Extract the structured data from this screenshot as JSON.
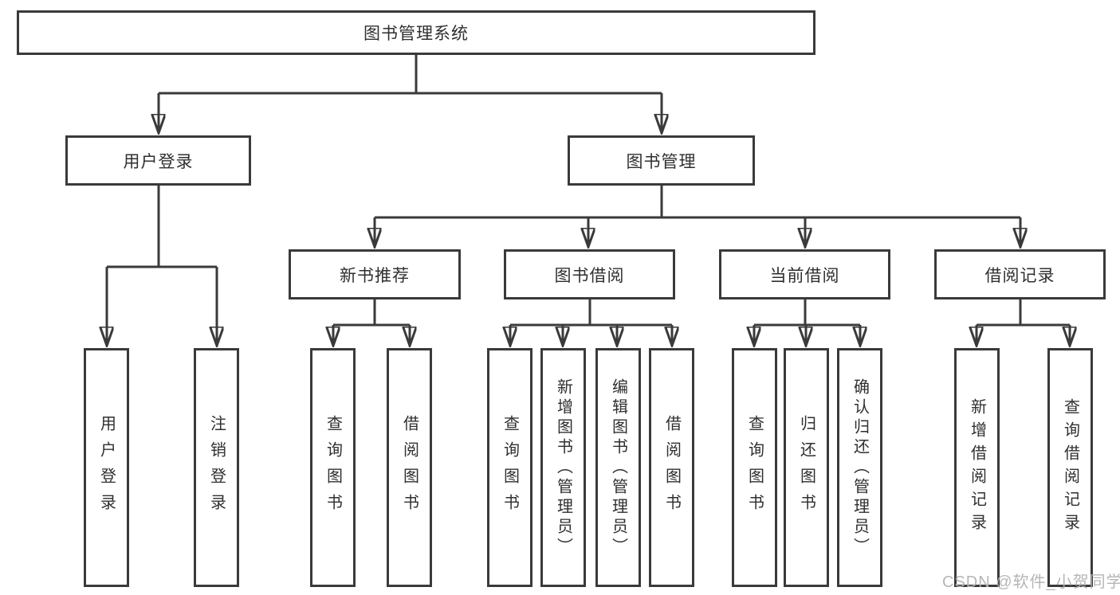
{
  "diagram": {
    "root": "图书管理系统",
    "branches": [
      {
        "label": "用户登录",
        "leaves": [
          "用户登录",
          "注销登录"
        ]
      },
      {
        "label": "图书管理",
        "children": [
          {
            "label": "新书推荐",
            "leaves": [
              "查询图书",
              "借阅图书"
            ]
          },
          {
            "label": "图书借阅",
            "leaves": [
              "查询图书",
              "新增图书（管理员）",
              "编辑图书（管理员）",
              "借阅图书"
            ]
          },
          {
            "label": "当前借阅",
            "leaves": [
              "查询图书",
              "归还图书",
              "确认归还（管理员）"
            ]
          },
          {
            "label": "借阅记录",
            "leaves": [
              "新增借阅记录",
              "查询借阅记录"
            ]
          }
        ]
      }
    ]
  },
  "watermark": {
    "text": "CSDN @软件_小贺同学",
    "color": "#b2b2b2"
  },
  "colors": {
    "line": "#3a3a3a",
    "box_border": "#3a3a3a",
    "text": "#2f2f2f",
    "background": "#ffffff"
  }
}
